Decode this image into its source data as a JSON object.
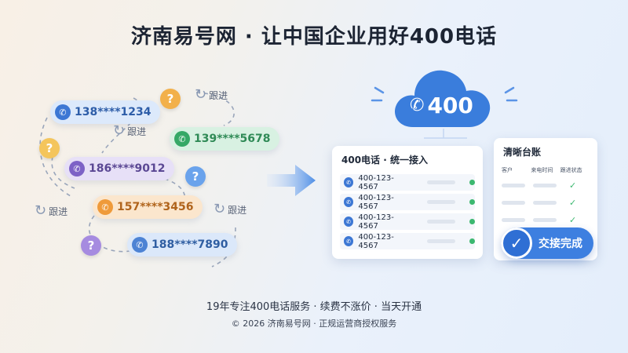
{
  "title": "济南易号网 · 让中国企业用好400电话",
  "pills": [
    {
      "number": "138****1234",
      "color": "blue"
    },
    {
      "number": "139****5678",
      "color": "green"
    },
    {
      "number": "186****9012",
      "color": "purple"
    },
    {
      "number": "157****3456",
      "color": "orange"
    },
    {
      "number": "188****7890",
      "color": "lightblue"
    }
  ],
  "question_mark": "?",
  "follow_label": "跟进",
  "cloud_label": "400",
  "main_card": {
    "title": "400电话 · 统一接入",
    "lines": [
      "400-123-4567",
      "400-123-4567",
      "400-123-4567",
      "400-123-4567"
    ]
  },
  "side_card": {
    "title": "清晰台账",
    "columns": [
      "客户",
      "来电时间",
      "跟进状态"
    ],
    "check": "✓"
  },
  "done_label": "交接完成",
  "footer": {
    "line1": "19年专注400电话服务 · 续费不涨价 · 当天开通",
    "line2": "© 2026 济南易号网 · 正规运营商授权服务"
  },
  "colors": {
    "accent": "#3d7fe0",
    "green": "#3cb870",
    "orange": "#ef9a3a",
    "purple": "#7d62c6"
  }
}
